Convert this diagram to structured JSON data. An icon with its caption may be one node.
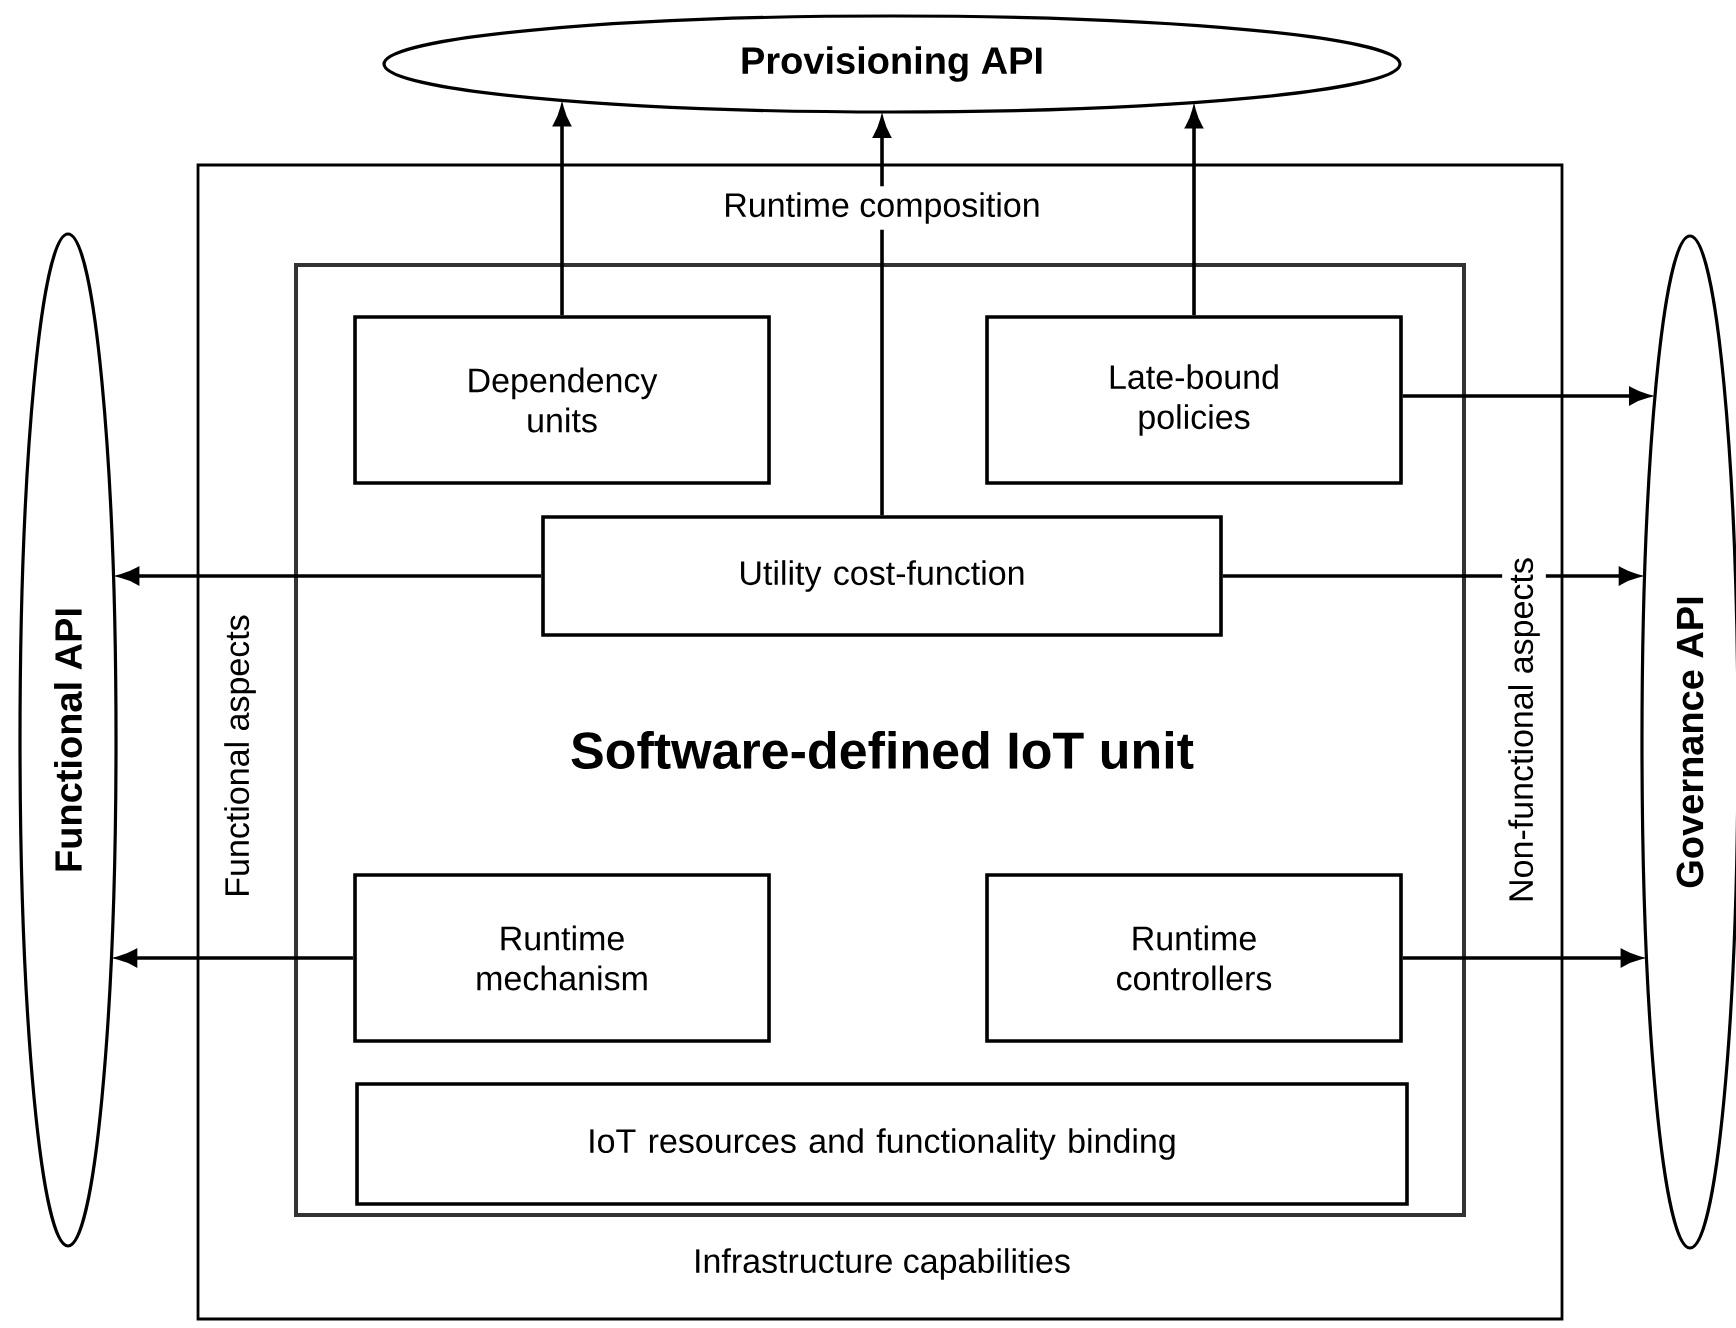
{
  "diagram": {
    "nodes": [
      {
        "text": [
          "Provisioning API"
        ]
      },
      {
        "text": [
          "Functional API"
        ]
      },
      {
        "text": [
          "Governance API"
        ]
      },
      {
        "text": [
          "Runtime composition",
          "Functional aspects",
          "Non-functional aspects",
          "Infrastructure capabilities"
        ]
      },
      {
        "text": [
          "Software-defined IoT unit"
        ],
        "in": 3
      },
      {
        "text": [
          "Dependency units"
        ],
        "in": 4
      },
      {
        "text": [
          "Late-bound policies"
        ],
        "in": 4
      },
      {
        "text": [
          "Utility cost-function"
        ],
        "in": 4
      },
      {
        "text": [
          "Runtime mechanism"
        ],
        "in": 4
      },
      {
        "text": [
          "Runtime controllers"
        ],
        "in": 4
      },
      {
        "text": [
          "IoT resources and functionality binding"
        ],
        "in": 4
      }
    ],
    "edges": [
      {
        "from": 5,
        "to": 0,
        "arrow": "to"
      },
      {
        "from": 7,
        "to": 0,
        "arrow": "to"
      },
      {
        "from": 6,
        "to": 0,
        "arrow": "to"
      },
      {
        "from": 6,
        "to": 2,
        "arrow": "to"
      },
      {
        "from": 7,
        "to": 1,
        "arrow": "to"
      },
      {
        "from": 7,
        "to": 2,
        "arrow": "to"
      },
      {
        "from": 8,
        "to": 1,
        "arrow": "to"
      },
      {
        "from": 9,
        "to": 2,
        "arrow": "to"
      }
    ]
  }
}
